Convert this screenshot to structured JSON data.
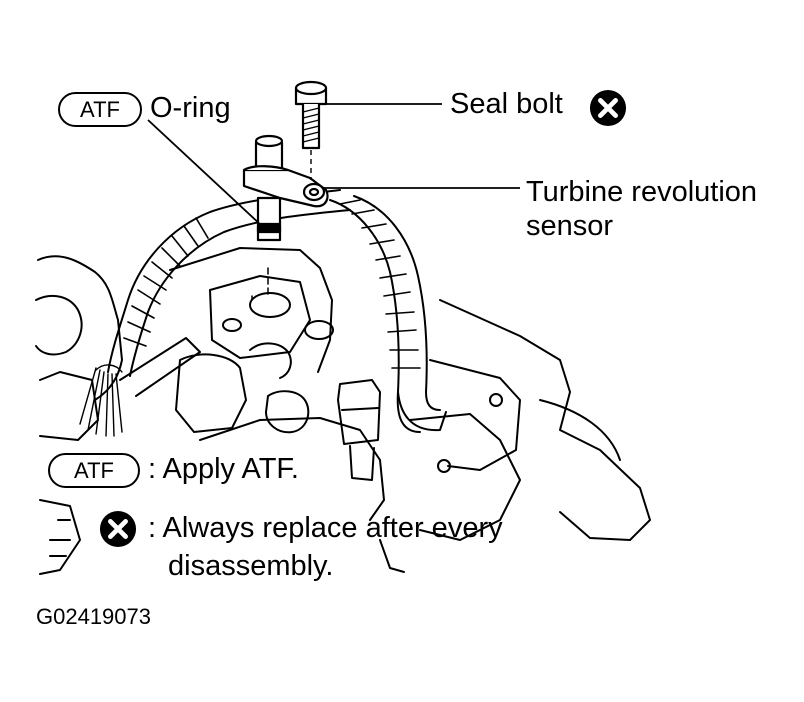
{
  "labels": {
    "atf_tag": "ATF",
    "o_ring": "O-ring",
    "seal_bolt": "Seal bolt",
    "turbine_line1": "Turbine revolution",
    "turbine_line2": "sensor"
  },
  "legend": {
    "atf_tag": "ATF",
    "atf_text": ": Apply ATF.",
    "replace_line1": ": Always replace after every",
    "replace_line2": "disassembly."
  },
  "figure_id": "G02419073",
  "icons": {
    "never_reuse": "x-circle-icon",
    "atf": "atf-badge-icon"
  },
  "colors": {
    "ink": "#000000",
    "paper": "#ffffff"
  }
}
